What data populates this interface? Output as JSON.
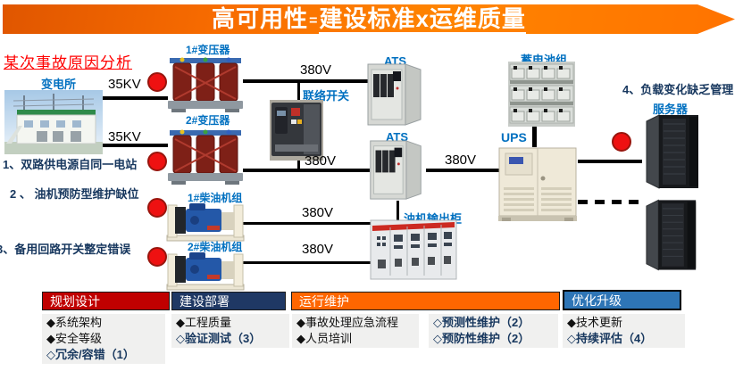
{
  "banner": {
    "title_main": "高可用性",
    "title_equals": "=",
    "title_rest": "建设标准x运维质量"
  },
  "incident": {
    "heading": "某次事故原因分析",
    "cause1": "1、双路供电源自同一电站",
    "cause2": "2 、 油机预防型维护缺位",
    "cause3": "3、备用回路开关整定错误",
    "cause4": "4、负载变化缺乏管理"
  },
  "diagram": {
    "substation_label": "变电所",
    "hv1_voltage": "35KV",
    "hv2_voltage": "35KV",
    "transformer1_label": "1#变压器",
    "transformer2_label": "2#变压器",
    "bus1_voltage": "380V",
    "tie_switch_label": "联络开关",
    "bus2_voltage": "380V",
    "ats1_label": "ATS",
    "ats2_label": "ATS",
    "ups_feed_voltage": "380V",
    "battery_label": "蓄电池组",
    "ups_label": "UPS",
    "servers_label": "服务器",
    "generator1_label": "1#柴油机组",
    "generator2_label": "2#柴油机组",
    "gen1_voltage": "380V",
    "gen2_voltage": "380V",
    "gen_output_label": "油机输出柜"
  },
  "table": {
    "headers": [
      {
        "label": "规划设计",
        "bg": "#c00000"
      },
      {
        "label": "建设部署",
        "bg": "#1f3864"
      },
      {
        "label": "运行维护",
        "bg": "#ff6600"
      },
      {
        "label": "优化升级",
        "bg": "#2e75b6"
      }
    ],
    "cells": [
      {
        "lines": [
          "◆系统架构",
          "◆安全等级",
          "◇冗余/容错（1）"
        ]
      },
      {
        "lines": [
          "◆工程质量",
          "◇验证测试（3）"
        ]
      },
      {
        "lines": [
          "◆事故处理应急流程",
          "◆人员培训"
        ]
      },
      {
        "lines": [
          "◇预测性维护（2）",
          "◇预防性维护（2）"
        ]
      },
      {
        "lines": [
          "◆技术更新",
          "◇持续评估（4）"
        ]
      }
    ]
  },
  "colors": {
    "banner_orange": "#ff7300",
    "fault_red": "#ee1111",
    "label_blue": "#0070c0",
    "annotation_navy": "#17375e",
    "header_red": "#c00000",
    "header_navy": "#1f3864",
    "header_orange": "#ff6600",
    "header_blue": "#2e75b6"
  }
}
